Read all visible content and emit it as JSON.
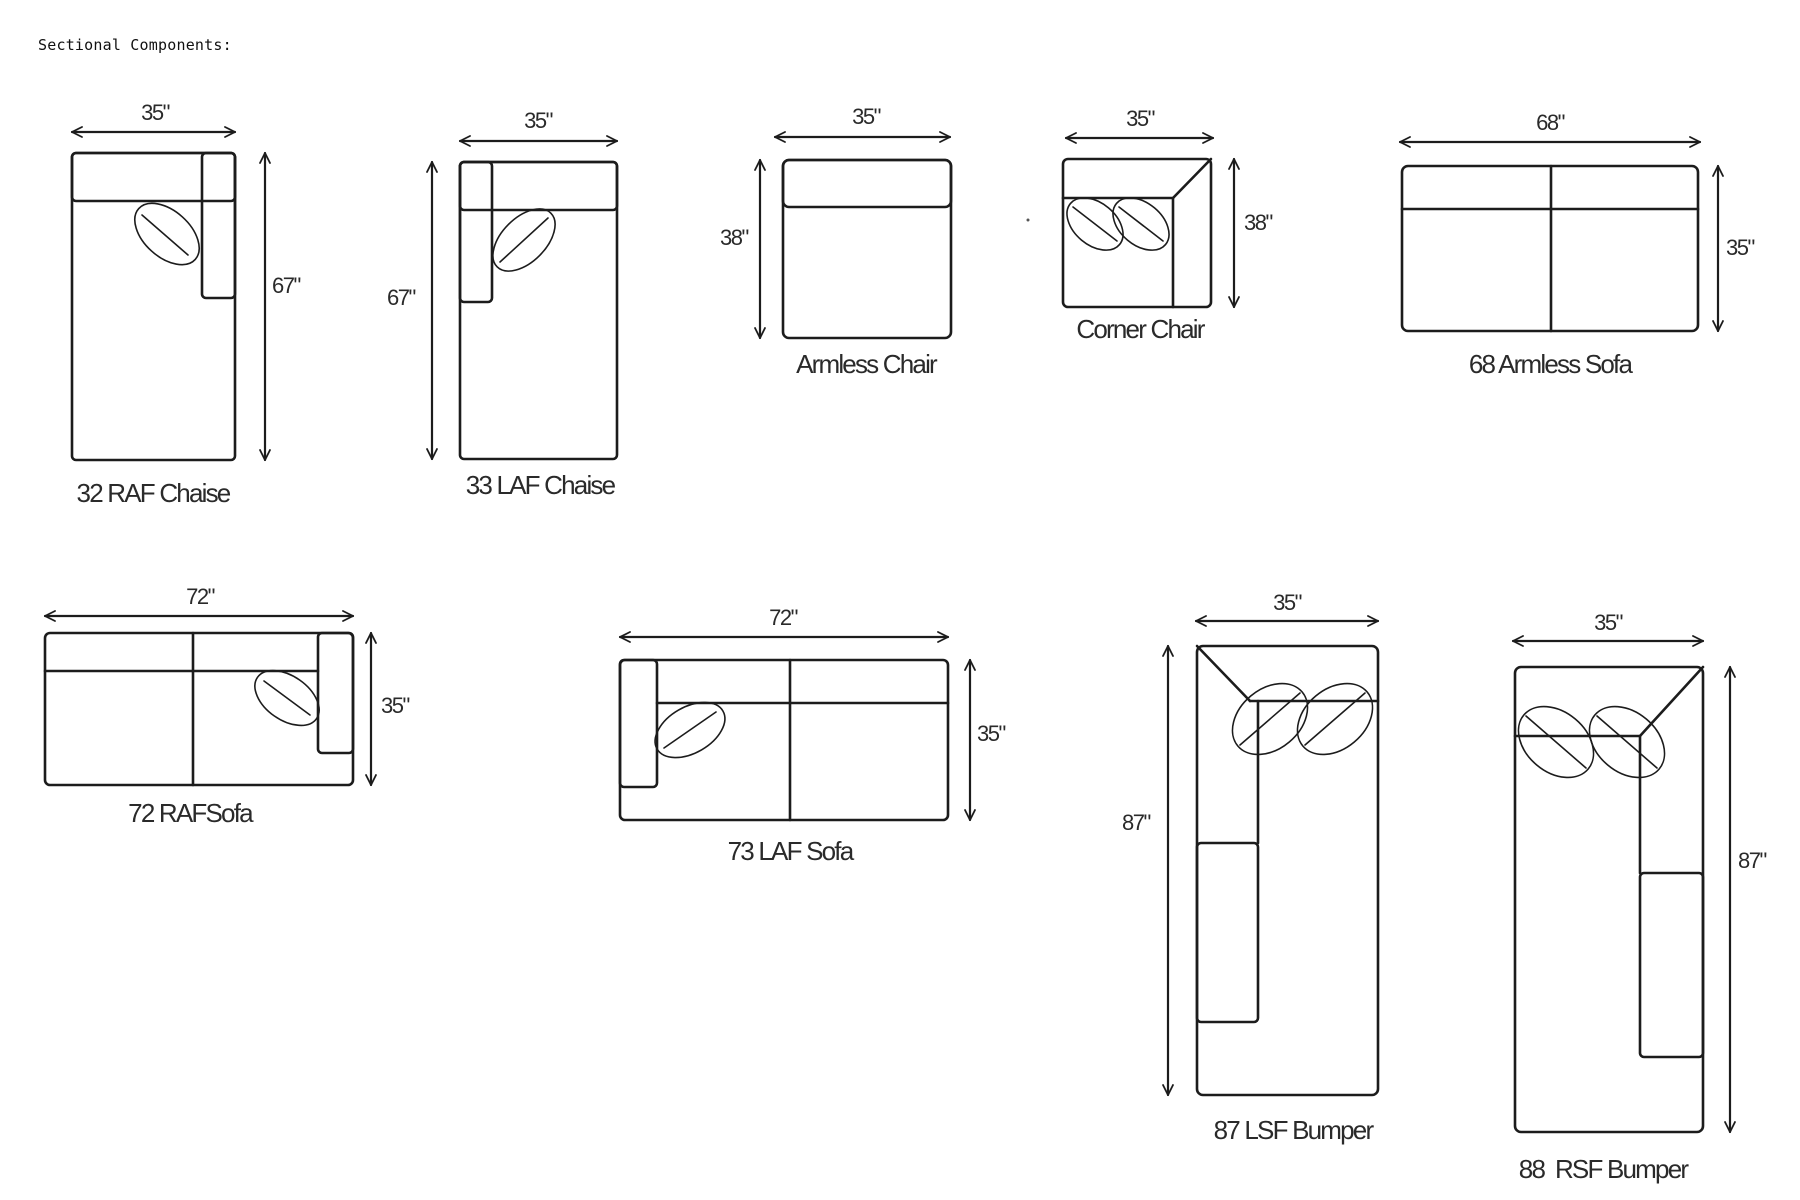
{
  "heading": "Sectional Components:",
  "components": {
    "raf_chaise": {
      "label": "32 RAF Chaise",
      "width": "35\"",
      "depth": "67\""
    },
    "laf_chaise": {
      "label": "33 LAF Chaise",
      "width": "35\"",
      "depth": "67\""
    },
    "armless_chair": {
      "label": "Armless Chair",
      "width": "35\"",
      "depth": "38\""
    },
    "corner_chair": {
      "label": "Corner Chair",
      "width": "35\"",
      "depth": "38\""
    },
    "armless_sofa": {
      "label": "68 Armless Sofa",
      "width": "68\"",
      "depth": "35\""
    },
    "raf_sofa": {
      "label": "72 RAFSofa",
      "width": "72\"",
      "depth": "35\""
    },
    "laf_sofa": {
      "label": "73 LAF Sofa",
      "width": "72\"",
      "depth": "35\""
    },
    "lsf_bumper": {
      "label": "87 LSF Bumper",
      "width": "35\"",
      "depth": "87\""
    },
    "rsf_bumper": {
      "label": "88  RSF Bumper",
      "width": "35\"",
      "depth": "87\""
    }
  }
}
